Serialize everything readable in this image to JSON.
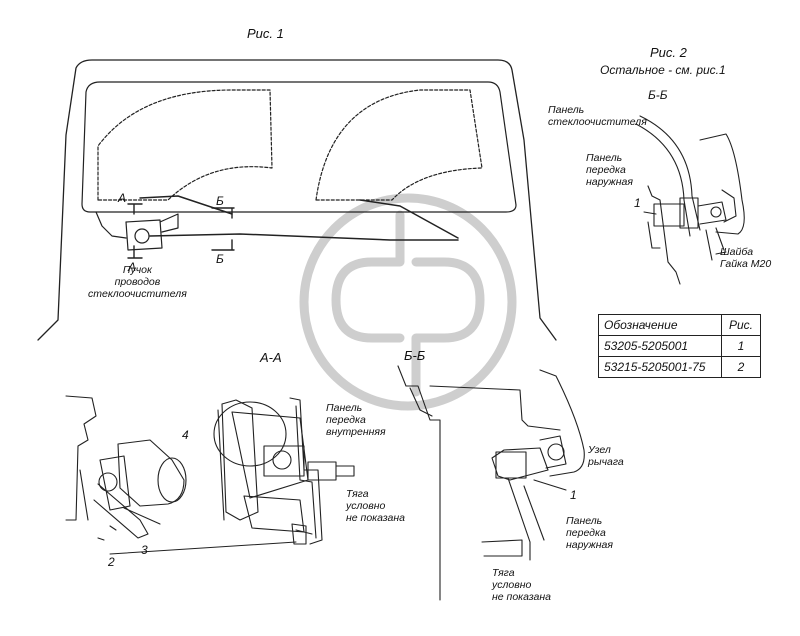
{
  "figure1": {
    "title": "Рис. 1",
    "section_a": "А",
    "section_b": "Б",
    "harness_label": "Пучок\nпроводов\nстеклоочистителя"
  },
  "figure2": {
    "title": "Рис. 2",
    "note": "Остальное - см. рис.1",
    "section_title": "Б-Б",
    "label_panel_wiper": "Панель\nстеклоочистителя",
    "label_panel_front_outer": "Панель\nпередка\nнаружная",
    "label_washer_nut": "Шайба\nГайка М20",
    "callout_1": "1"
  },
  "view_aa": {
    "title": "А-А",
    "label_panel_inner": "Панель\nпередка\nвнутренняя",
    "label_rod": "Тяга\nусловно\nне показана",
    "callout_4": "4"
  },
  "view_bb": {
    "title": "Б-Б",
    "label_lever_unit": "Узел\nрычага",
    "label_panel_outer": "Панель\nпередка\nнаружная",
    "label_rod": "Тяга\nусловно\nне показана",
    "callout_1": "1"
  },
  "left_view": {
    "callout_2": "2",
    "callout_3": "3"
  },
  "spec_table": {
    "headers": [
      "Обозначение",
      "Рис."
    ],
    "rows": [
      [
        "53205-5205001",
        "1"
      ],
      [
        "53215-5205001-75",
        "2"
      ]
    ]
  }
}
